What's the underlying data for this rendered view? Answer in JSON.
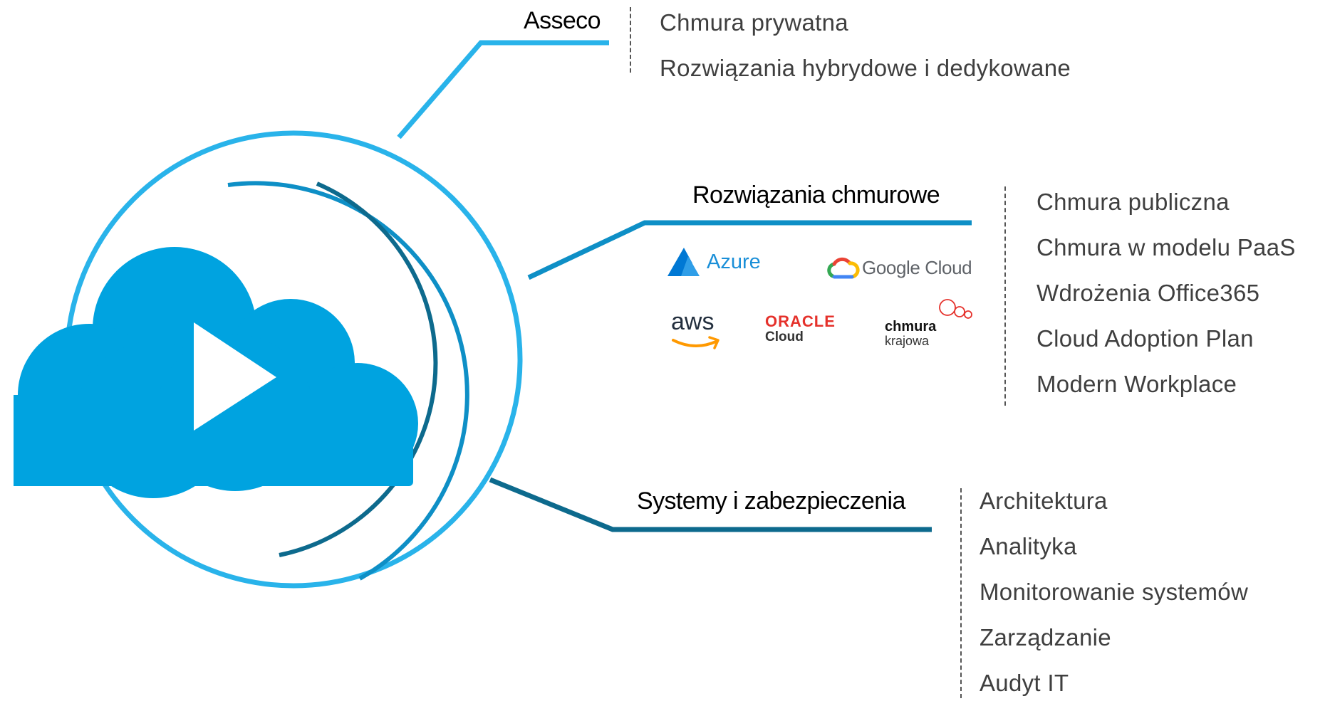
{
  "colors": {
    "cloud": "#00a3e0",
    "outer_ring": "#29b3ea",
    "middle_ring": "#0e8fc6",
    "inner_ring": "#0d6a8d",
    "text": "#333333"
  },
  "branches": [
    {
      "label": "Asseco",
      "items": [
        "Chmura prywatna",
        "Rozwiązania hybrydowe i dedykowane"
      ]
    },
    {
      "label": "Rozwiązania chmurowe",
      "items": [
        "Chmura publiczna",
        "Chmura w modelu PaaS",
        "Wdrożenia Office365",
        "Cloud Adoption Plan",
        "Modern Workplace"
      ]
    },
    {
      "label": "Systemy i zabezpieczenia",
      "items": [
        "Architektura",
        "Analityka",
        "Monitorowanie systemów",
        "Zarządzanie",
        "Audyt IT"
      ]
    }
  ],
  "logos": {
    "azure": "Azure",
    "google": "Google Cloud",
    "aws": "aws",
    "oracle_top": "ORACLE",
    "oracle_bottom": "Cloud",
    "chmura_top": "chmura",
    "chmura_bottom": "krajowa"
  },
  "icons": {
    "cloud": "cloud-play-icon",
    "azure": "azure-logo-icon",
    "google": "google-cloud-logo-icon",
    "aws": "aws-smile-icon",
    "chmura": "chmura-krajowa-rings-icon"
  }
}
